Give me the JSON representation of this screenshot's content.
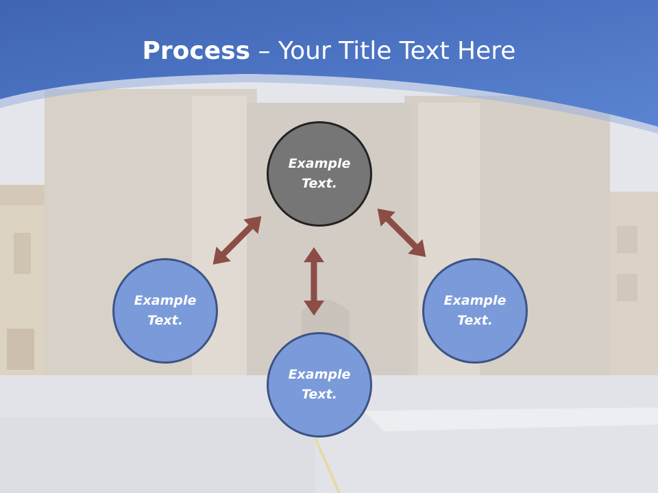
{
  "slide": {
    "title_bold": "Process",
    "title_rest": " – Your Title Text Here"
  },
  "nodes": [
    {
      "line1": "Example",
      "line2": "Text."
    },
    {
      "line1": "Example",
      "line2": "Text."
    },
    {
      "line1": "Example",
      "line2": "Text."
    },
    {
      "line1": "Example",
      "line2": "Text."
    }
  ],
  "colors": {
    "header_blue": "#4f78c8",
    "node_fill": "#7b9ad9",
    "node_border": "#3c5386",
    "center_fill": "#767676",
    "arrow": "#8b4d46"
  }
}
